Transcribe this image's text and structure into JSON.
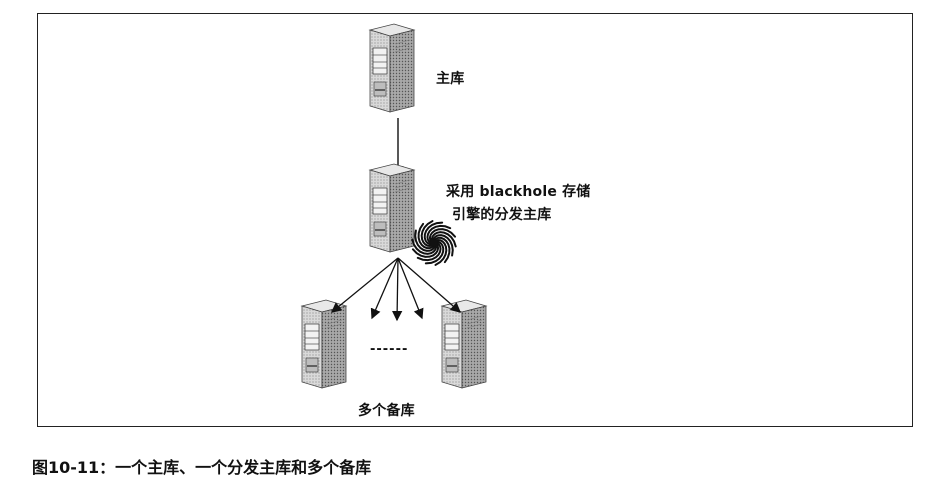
{
  "nodes": {
    "master": {
      "label": "主库"
    },
    "distribution_master": {
      "label_line1": "采用 blackhole 存储",
      "label_line2": "引擎的分发主库"
    },
    "replicas": {
      "label": "多个备库",
      "ellipsis": "------"
    }
  },
  "caption": "图10-11：一个主库、一个分发主库和多个备库",
  "icons": [
    "server-icon",
    "blackhole-icon",
    "arrow-icon"
  ]
}
